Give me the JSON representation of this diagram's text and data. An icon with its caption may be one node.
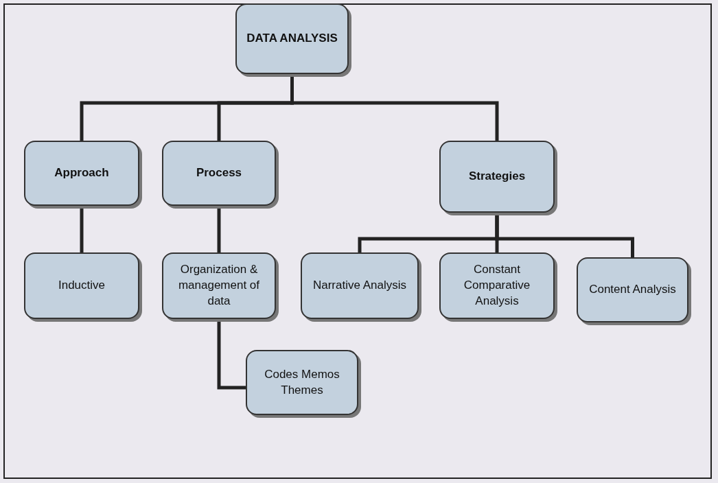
{
  "diagram": {
    "nodes": [
      {
        "text": [
          "DATA ANALYSIS"
        ]
      },
      {
        "text": [
          "Approach"
        ]
      },
      {
        "text": [
          "Process"
        ]
      },
      {
        "text": [
          "Strategies"
        ]
      },
      {
        "text": [
          "Inductive"
        ]
      },
      {
        "text": [
          "Organization & management of data"
        ]
      },
      {
        "text": [
          "Narrative Analysis"
        ]
      },
      {
        "text": [
          "Constant Comparative Analysis"
        ]
      },
      {
        "text": [
          "Content Analysis"
        ]
      },
      {
        "text": [
          "Codes Memos Themes"
        ]
      }
    ],
    "edges": [
      {
        "from": 0,
        "to": 1,
        "arrow": "none"
      },
      {
        "from": 0,
        "to": 2,
        "arrow": "none"
      },
      {
        "from": 0,
        "to": 3,
        "arrow": "none"
      },
      {
        "from": 1,
        "to": 4,
        "arrow": "none"
      },
      {
        "from": 2,
        "to": 5,
        "arrow": "none"
      },
      {
        "from": 3,
        "to": 6,
        "arrow": "none"
      },
      {
        "from": 3,
        "to": 7,
        "arrow": "none"
      },
      {
        "from": 3,
        "to": 8,
        "arrow": "none"
      },
      {
        "from": 5,
        "to": 9,
        "arrow": "none"
      }
    ]
  }
}
